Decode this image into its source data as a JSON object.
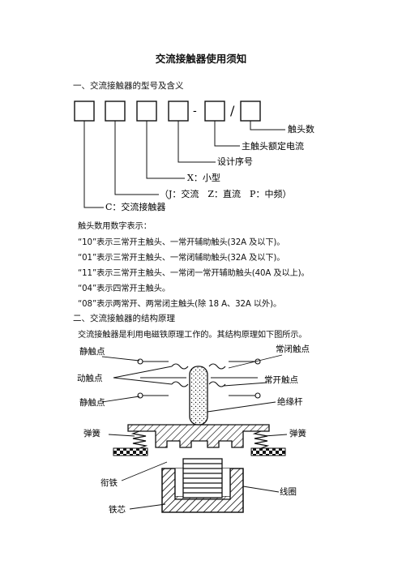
{
  "title": "交流接触器使用须知",
  "section1": {
    "heading": "一、交流接触器的型号及含义",
    "diagram": {
      "dash": "-",
      "slash": "/",
      "labels": {
        "contacts": "触头数",
        "rated_current": "主触头额定电流",
        "design_no": "设计序号",
        "small": "X：小型",
        "types": "（J：交流　Z：直流　P：中频）",
        "ac_contactor": "C：交流接触器"
      }
    },
    "intro": "触头数用数字表示：",
    "items": [
      "“10”表示三常开主触头、一常开辅助触头(32A 及以下)。",
      "“01”表示三常开主触头、一常闭辅助触头(32A 及以下)。",
      "“11”表示三常开主触头、一常闭一常开辅助触头(40A 及以上)。",
      "“04”表示四常开主触头。",
      "“08”表示两常开、两常闭主触头(除 18 A、32A 以外)。"
    ]
  },
  "section2": {
    "heading": "二、交流接触器的结构原理",
    "text": "交流接触器是利用电磁铁原理工作的。其结构原理如下图所示。",
    "figure_labels": {
      "static_contact_top": "静触点",
      "normally_closed": "常闭触点",
      "moving_contact": "动触点",
      "normally_open": "常开触点",
      "static_contact_bottom": "静触点",
      "insulating_rod": "绝缘杆",
      "spring_left": "弹簧",
      "spring_right": "弹簧",
      "armature": "衔铁",
      "coil": "线圈",
      "iron_core": "铁芯"
    }
  }
}
